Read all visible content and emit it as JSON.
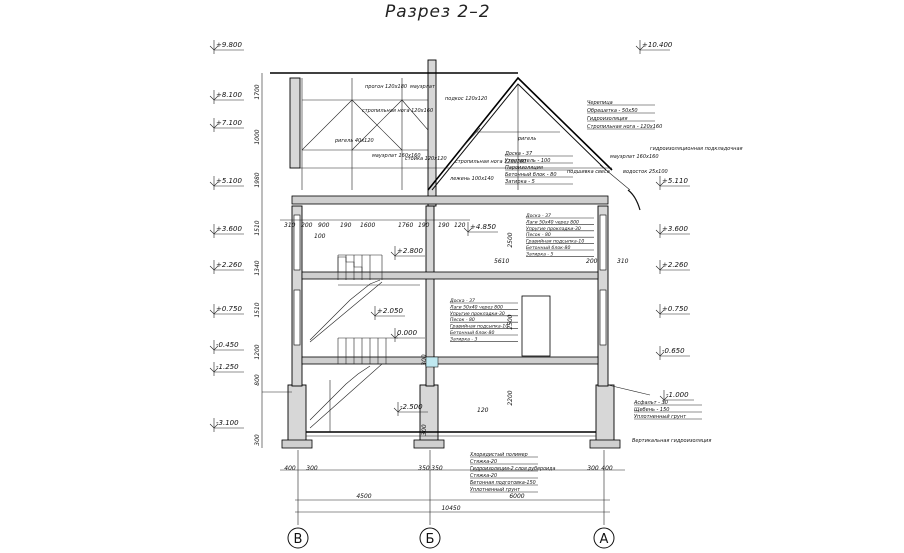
{
  "title": "Разрез 2–2",
  "levels_left": [
    "+9.800",
    "+8.100",
    "+7.100",
    "+5.100",
    "+3.600",
    "+2.260",
    "+0.750",
    "-0.450",
    "-1.250",
    "-3.100"
  ],
  "levels_right": [
    "+10.400",
    "+5.110",
    "+3.600",
    "+2.260",
    "+0.750",
    "-0.650",
    "-1.000"
  ],
  "levels_inner": [
    "+4.850",
    "+2.800",
    "+2.050",
    "0.000",
    "-2.500"
  ],
  "vertical_dims_left": [
    "1700",
    "1000",
    "1980",
    "1510",
    "1340",
    "1510",
    "1200",
    "800",
    "300"
  ],
  "vertical_dims_inner": [
    "2500",
    "2500",
    "2200",
    "300",
    "300"
  ],
  "horizontal_dims_top": [
    "310",
    "200",
    "900",
    "190",
    "1600",
    "1760",
    "190",
    "190",
    "120"
  ],
  "dim_100": "100",
  "dim_5610": "5610",
  "dim_200": "200",
  "dim_310": "310",
  "dim_120": "120",
  "bottom_dims_row1": [
    "400",
    "300",
    "350",
    "350",
    "300",
    "400"
  ],
  "bottom_dims_row2": [
    "4500",
    "6000"
  ],
  "bottom_total": "10450",
  "axes": [
    "В",
    "Б",
    "А"
  ],
  "roof_labels": {
    "progon": "прогон\n120х180",
    "mauerlat": "мауэрлат",
    "podkos": "подкос\n120х120",
    "stropilnaya_noga": "стропильная\nнога 120х160",
    "rigel": "ригель\n40х120",
    "mauerlat2": "мауэрлат\n160х160",
    "stoika": "стойка\n120х120",
    "stropilnaya2": "стропильная\nнога 120х160",
    "lezhen": "лежень\n100х140",
    "rigel2": "ригель",
    "roof_spec": [
      "Черепица",
      "Обрешетка - 50х50",
      "Гидроизоляция",
      "Стропильная нога - 120х160"
    ],
    "mauerlat3": "мауэрлат\n160х160",
    "gidroizol": "гидроизоляционная\nподкладочная",
    "karniz": "подшивка\nсвеса",
    "vodostok": "водосток\n25х100"
  },
  "floor_spec_attic": [
    "Доска - 37",
    "Утеплитель - 100",
    "Пароизоляция",
    "Бетонный блок - 80",
    "Затирка - 5"
  ],
  "floor_spec_2": [
    "Доска - 37",
    "Лаги 50х40 через 800",
    "Упругие прокладки-30",
    "Песок - 80",
    "Гравийная подсыпка-10",
    "Бетонный блок-80",
    "Затирка - 5"
  ],
  "floor_spec_1": [
    "Доска - 37",
    "Лаги 50х40 через 800",
    "Упругие прокладки-30",
    "Песок - 80",
    "Гравийная подсыпка-10",
    "Бетонный блок-80",
    "Затирка - 3"
  ],
  "basement_spec": [
    "Хлоридистый полимер",
    "Стяжка-20",
    "Гидроизоляция-2 слоя рубероида",
    "Стяжка-20",
    "Бетонная подготовка-150",
    "Уплотненный грунт"
  ],
  "blind_area_spec": [
    "Асфальт - 30",
    "Щебень - 150",
    "Уплотненный грунт"
  ],
  "vertical_insulation": "Вертикальная\nгидроизоляция"
}
